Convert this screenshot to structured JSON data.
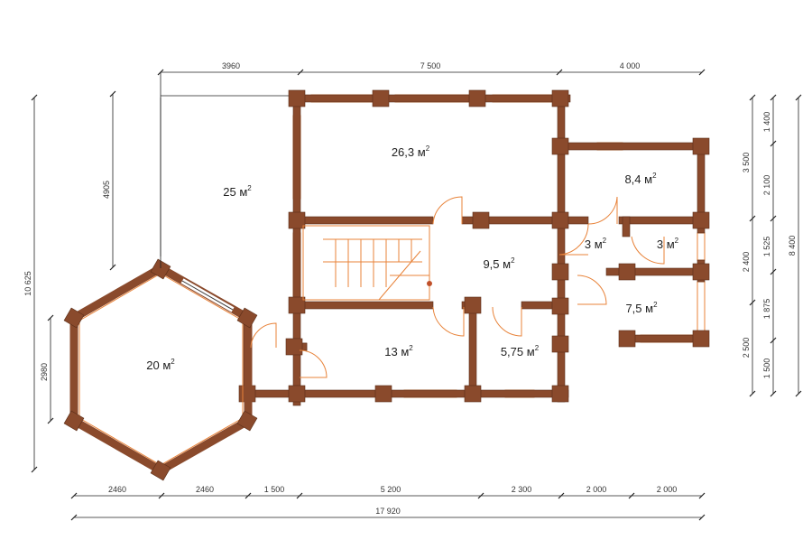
{
  "rooms": [
    {
      "id": "r1",
      "name": "26,3",
      "unit": "м",
      "sup": "2"
    },
    {
      "id": "r2",
      "name": "25",
      "unit": "м",
      "sup": "2"
    },
    {
      "id": "r3",
      "name": "8,4",
      "unit": "м",
      "sup": "2"
    },
    {
      "id": "r4",
      "name": "9,5",
      "unit": "м",
      "sup": "2"
    },
    {
      "id": "r5",
      "name": "3",
      "unit": "м",
      "sup": "2"
    },
    {
      "id": "r6",
      "name": "3",
      "unit": "м",
      "sup": "2"
    },
    {
      "id": "r7",
      "name": "7,5",
      "unit": "м",
      "sup": "2"
    },
    {
      "id": "r8",
      "name": "20",
      "unit": "м",
      "sup": "2"
    },
    {
      "id": "r9",
      "name": "13",
      "unit": "м",
      "sup": "2"
    },
    {
      "id": "r10",
      "name": "5,75",
      "unit": "м",
      "sup": "2"
    }
  ],
  "dims_top": [
    "3960",
    "7 500",
    "4 000"
  ],
  "dims_bottom": [
    "2460",
    "2460",
    "1 500",
    "5 200",
    "2 300",
    "2 000",
    "2 000"
  ],
  "dim_total_bottom": "17 920",
  "dims_left": [
    "10 625",
    "4905",
    "2980"
  ],
  "dims_right_inner": [
    "3 500",
    "2 400",
    "2 500"
  ],
  "dims_right_mid": [
    "1 400",
    "2 100",
    "1 525",
    "1 875",
    "1 500"
  ],
  "dims_right_outer": [
    "8 400"
  ],
  "colors": {
    "wall": "#8a4a2c",
    "window": "#e8833a",
    "dimension": "#222222"
  }
}
